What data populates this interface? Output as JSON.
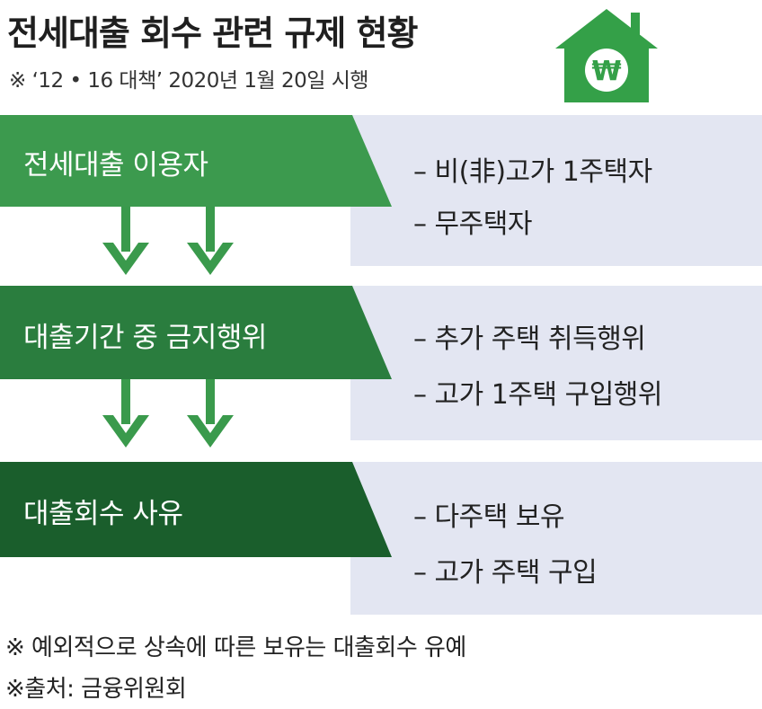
{
  "header": {
    "title": "전세대출 회수 관련 규제 현황",
    "subtitle": "※ ‘12 • 16 대책’ 2020년 1월 20일 시행",
    "house_symbol": "₩"
  },
  "rows": [
    {
      "label": "전세대출 이용자",
      "items": [
        "– 비(非)고가 1주택자",
        "– 무주택자"
      ],
      "color": "#3c9a4e"
    },
    {
      "label": "대출기간 중 금지행위",
      "items": [
        "– 추가 주택 취득행위",
        "– 고가 1주택 구입행위"
      ],
      "color": "#2a7d3e"
    },
    {
      "label": "대출회수 사유",
      "items": [
        "– 다주택 보유",
        "– 고가 주택 구입"
      ],
      "color": "#1a5e2c"
    }
  ],
  "footnotes": {
    "note": "※ 예외적으로 상속에 따른 보유는 대출회수 유예",
    "source": "※출처: 금융위원회"
  },
  "colors": {
    "arrow": "#3a9a4c",
    "panel": "#e3e6f2",
    "house": "#34a048"
  }
}
